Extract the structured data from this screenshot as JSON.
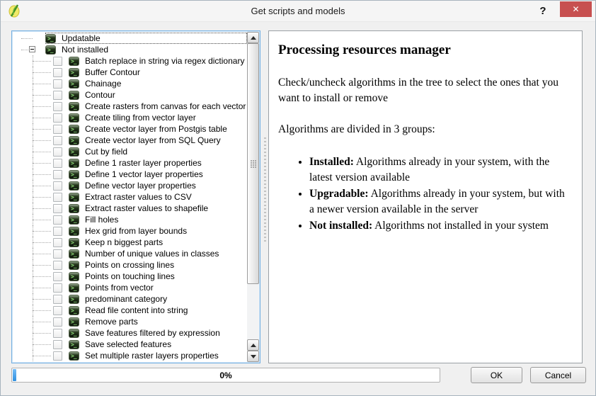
{
  "window": {
    "title": "Get scripts and models",
    "help_label": "?",
    "close_label": "✕"
  },
  "tree": {
    "groups": [
      {
        "label": "Updatable",
        "expanded": false,
        "focused": true,
        "items": []
      },
      {
        "label": "Not installed",
        "expanded": true,
        "focused": false,
        "items": [
          {
            "label": "Batch replace in string via regex dictionary",
            "checked": false
          },
          {
            "label": "Buffer Contour",
            "checked": false
          },
          {
            "label": "Chainage",
            "checked": false
          },
          {
            "label": "Contour",
            "checked": false
          },
          {
            "label": "Create rasters from canvas for each vector laye...",
            "checked": false
          },
          {
            "label": "Create tiling from vector layer",
            "checked": false
          },
          {
            "label": "Create vector layer from Postgis table",
            "checked": false
          },
          {
            "label": "Create vector layer from SQL Query",
            "checked": false
          },
          {
            "label": "Cut by field",
            "checked": false
          },
          {
            "label": "Define 1 raster layer properties",
            "checked": false
          },
          {
            "label": "Define 1 vector layer properties",
            "checked": false
          },
          {
            "label": "Define vector layer properties",
            "checked": false
          },
          {
            "label": "Extract raster values to CSV",
            "checked": false
          },
          {
            "label": "Extract raster values to shapefile",
            "checked": false
          },
          {
            "label": "Fill holes",
            "checked": false
          },
          {
            "label": "Hex grid from layer bounds",
            "checked": false
          },
          {
            "label": "Keep n biggest parts",
            "checked": false
          },
          {
            "label": "Number of unique values in classes",
            "checked": false
          },
          {
            "label": "Points on crossing lines",
            "checked": false
          },
          {
            "label": "Points on touching lines",
            "checked": false
          },
          {
            "label": "Points from vector",
            "checked": false
          },
          {
            "label": "predominant category",
            "checked": false
          },
          {
            "label": "Read file content into string",
            "checked": false
          },
          {
            "label": "Remove parts",
            "checked": false
          },
          {
            "label": "Save features filtered by expression",
            "checked": false
          },
          {
            "label": "Save selected features",
            "checked": false
          },
          {
            "label": "Set multiple raster layers properties",
            "checked": false
          }
        ]
      }
    ]
  },
  "info_panel": {
    "title": "Processing resources manager",
    "intro": "Check/uncheck algorithms in the tree to select the ones that you want to install or remove",
    "groups_line": "Algorithms are divided in 3 groups:",
    "bullets": [
      {
        "term": "Installed:",
        "desc": " Algorithms already in your system, with the latest version available"
      },
      {
        "term": "Upgradable:",
        "desc": " Algorithms already in your system, but with a newer version available in the server"
      },
      {
        "term": "Not installed:",
        "desc": " Algorithms not installed in your system"
      }
    ]
  },
  "footer": {
    "progress_label": "0%",
    "progress_value": 0,
    "ok_label": "OK",
    "cancel_label": "Cancel"
  },
  "colors": {
    "close_button_red": "#c75050",
    "tree_focus_border": "#74b0e2",
    "progress_fill_blue": "#2f8fdf",
    "dialog_background": "#f0f0f0"
  }
}
